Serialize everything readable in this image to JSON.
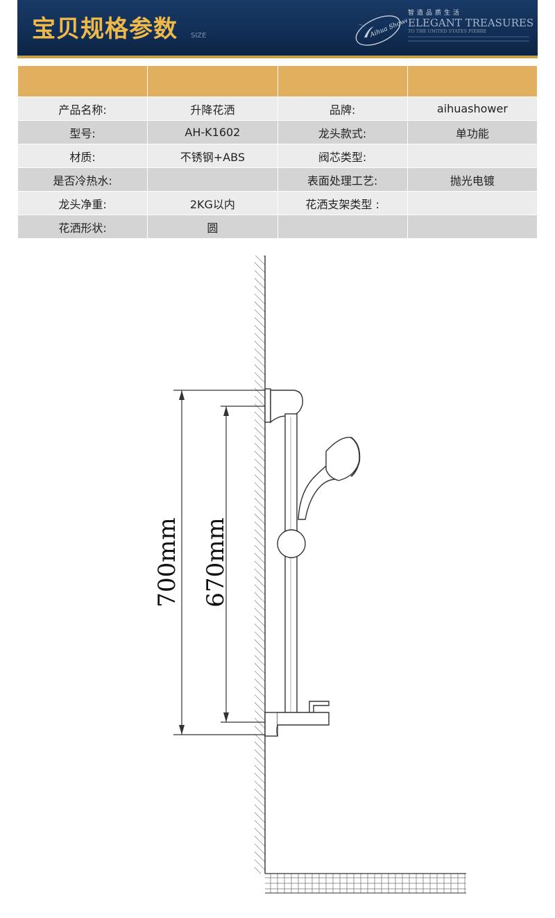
{
  "header": {
    "title": "宝贝规格参数",
    "subtitle": "SIZE",
    "brand_cn": "智造品质生活",
    "brand_en": "ELEGANT TREASURES",
    "brand_en_sub": "TO THE UNITED STATES PIERRE",
    "logo_text": "Aihua Shower"
  },
  "spec_table": {
    "rows": [
      [
        "产品名称:",
        "升降花洒",
        "品牌:",
        "aihuashower"
      ],
      [
        "型号:",
        "AH-K1602",
        "龙头款式:",
        "单功能"
      ],
      [
        "材质:",
        "不锈钢+ABS",
        "阀芯类型:",
        ""
      ],
      [
        "是否冷热水:",
        "",
        "表面处理工艺:",
        "抛光电镀"
      ],
      [
        "龙头净重:",
        "2KG以内",
        "花洒支架类型 :",
        ""
      ],
      [
        "花洒形状:",
        "圆",
        "",
        ""
      ]
    ]
  },
  "drawing": {
    "dim_outer": "700mm",
    "dim_inner": "670mm"
  },
  "colors": {
    "banner_bg": "#163764",
    "title_gold": "#efb84a",
    "table_header": "#e1b05f",
    "row_light": "#ececec",
    "row_dark": "#d4d4d4"
  }
}
